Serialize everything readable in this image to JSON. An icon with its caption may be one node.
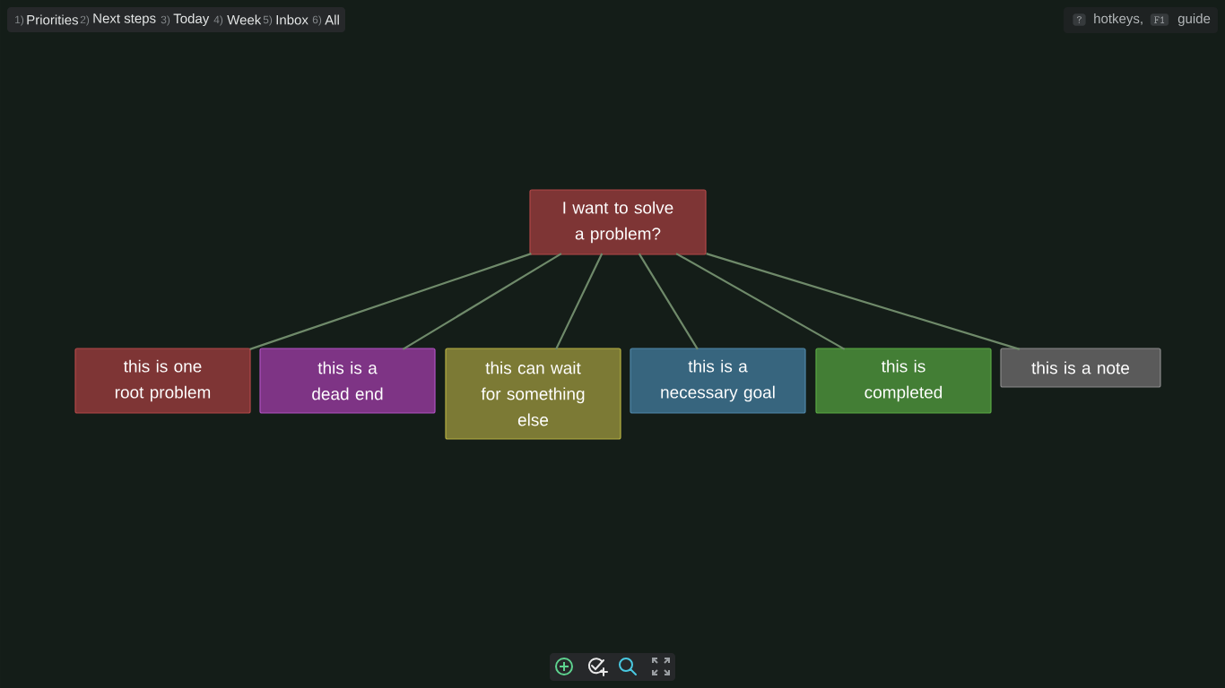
{
  "diagram": {
    "nodes": [
      {
        "text": [
          "I want to solve a problem?"
        ]
      },
      {
        "text": [
          "this is one root problem"
        ]
      },
      {
        "text": [
          "this is a dead end"
        ]
      },
      {
        "text": [
          "this can wait for something else"
        ]
      },
      {
        "text": [
          "this is a necessary goal"
        ]
      },
      {
        "text": [
          "this is completed"
        ]
      },
      {
        "text": [
          "this is a note"
        ]
      }
    ],
    "edges": [
      {
        "from": 0,
        "to": 1,
        "arrow": "none"
      },
      {
        "from": 0,
        "to": 2,
        "arrow": "none"
      },
      {
        "from": 0,
        "to": 3,
        "arrow": "none"
      },
      {
        "from": 0,
        "to": 4,
        "arrow": "none"
      },
      {
        "from": 0,
        "to": 5,
        "arrow": "none"
      },
      {
        "from": 0,
        "to": 6,
        "arrow": "none"
      }
    ],
    "labels": [
      "1)",
      "Priorities",
      "2)",
      "Next steps",
      "3)",
      "Today",
      "4)",
      "Week",
      "5)",
      "Inbox",
      "6)",
      "All",
      "?",
      "hotkeys,",
      "F1",
      "guide"
    ]
  }
}
